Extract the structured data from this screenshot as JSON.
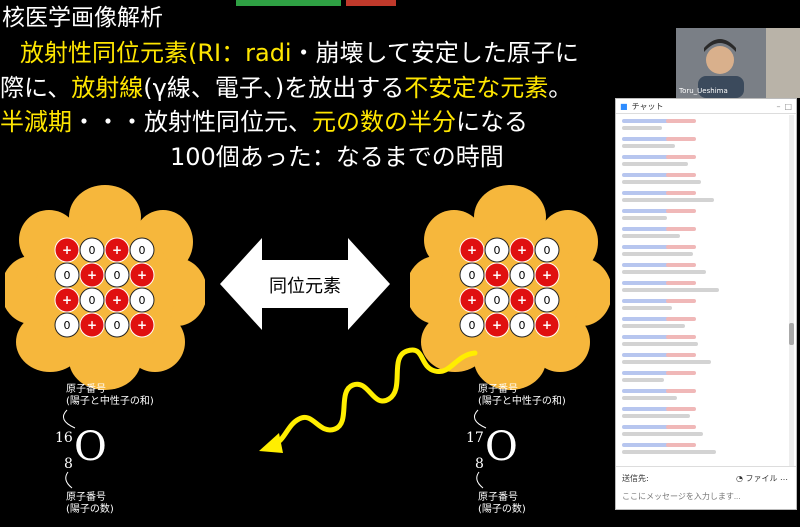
{
  "slide": {
    "title": "核医学画像解析",
    "line1": "放射性同位元素(RI：radi",
    "line1_rest": "・崩壊して安定した原子に",
    "line2_a": "際に、",
    "line2_b": "放射線",
    "line2_c": "(γ線、電子、)を放出する",
    "line2_d": "不安定な元素",
    "line2_e": "。",
    "line3_a": "半減期",
    "line3_b": "・・・放射性同位元、",
    "line3_c": "元の数の半分",
    "line3_d": "になる",
    "line4": "100個あった：なるまでの時間",
    "isotope_label": "同位元素",
    "left_mass_label_1": "原子番号",
    "left_mass_label_2": "(陽子と中性子の和)",
    "left_mass": "16",
    "left_atomic": "8",
    "left_symbol": "O",
    "left_num_label_1": "原子番号",
    "left_num_label_2": "(陽子の数)",
    "right_mass_label_1": "原子番号",
    "right_mass_label_2": "(陽子と中性子の和)",
    "right_mass": "17",
    "right_atomic": "8",
    "right_symbol": "O",
    "right_num_label_1": "原子番号",
    "right_num_label_2": "(陽子の数)",
    "proton_symbol": "+",
    "neutron_symbol": "0"
  },
  "nucleus_left": [
    [
      "p",
      "n",
      "p",
      "n"
    ],
    [
      "n",
      "p",
      "n",
      "p"
    ],
    [
      "p",
      "n",
      "p",
      "n"
    ],
    [
      "n",
      "p",
      "n",
      "p"
    ]
  ],
  "nucleus_right": [
    [
      "p",
      "n",
      "p",
      "n"
    ],
    [
      "n",
      "p",
      "n",
      "p"
    ],
    [
      "p",
      "n",
      "p",
      "n"
    ],
    [
      "n",
      "p",
      "n",
      "p"
    ]
  ],
  "colors": {
    "highlight": "#ffe600",
    "proton": "#e01010",
    "petal": "#f6b73c",
    "wave": "#ffee00"
  },
  "chat": {
    "header": "チャット",
    "to_label": "送信先:",
    "file_label": "ファイル",
    "placeholder": "ここにメッセージを入力します...",
    "camera_name": "Toru_Ueshima"
  },
  "icons": {
    "wave": "wavy-arrow-icon",
    "double_arrow": "double-arrow-icon"
  }
}
